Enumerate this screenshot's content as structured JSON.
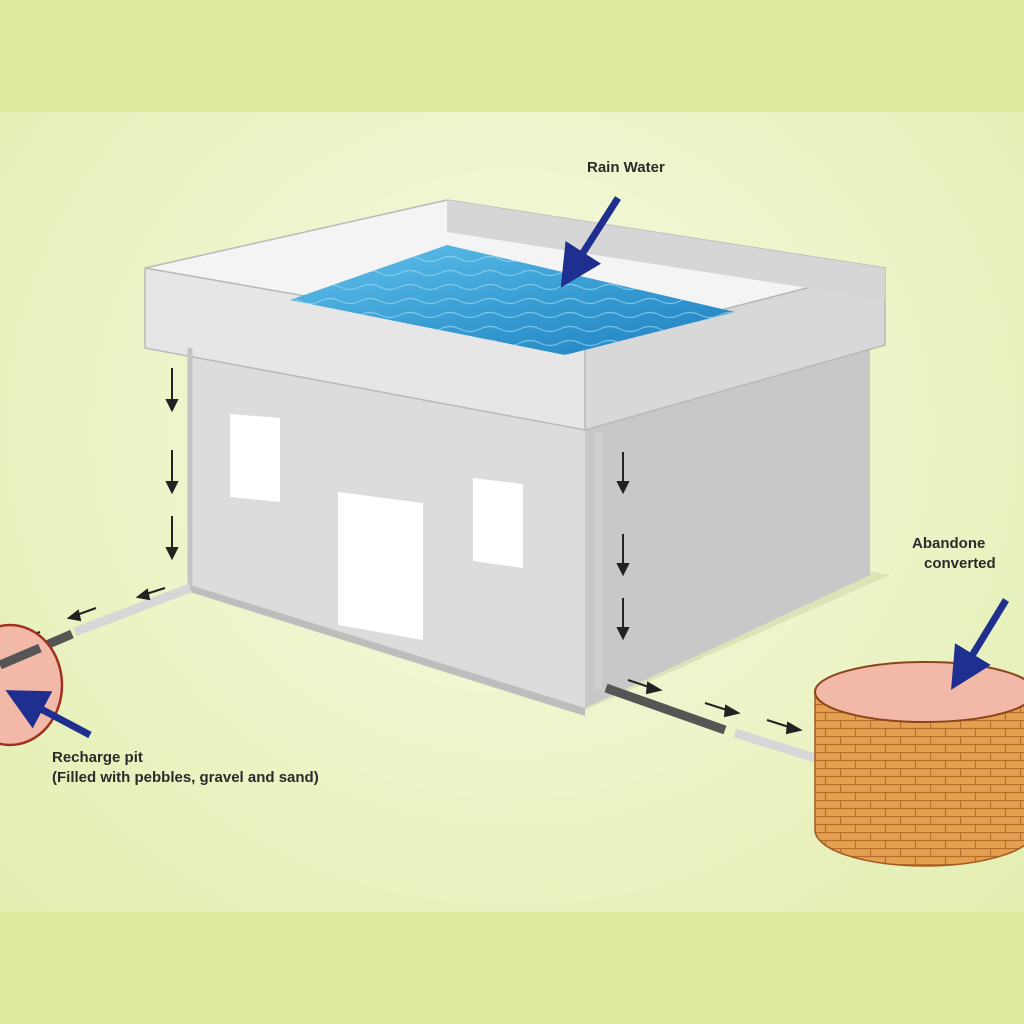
{
  "labels": {
    "rain_water": "Rain Water",
    "recharge_pit_title": "Recharge pit",
    "recharge_pit_detail": "(Filled with pebbles, gravel and sand)",
    "well_line1": "Abandone",
    "well_line2": "converted"
  },
  "colors": {
    "background": "#dfe99d",
    "water": "#3a9fd4",
    "pointer_arrow": "#1f2f8f",
    "brick": "#e3a050",
    "pit_fill": "#f2b8a8"
  }
}
